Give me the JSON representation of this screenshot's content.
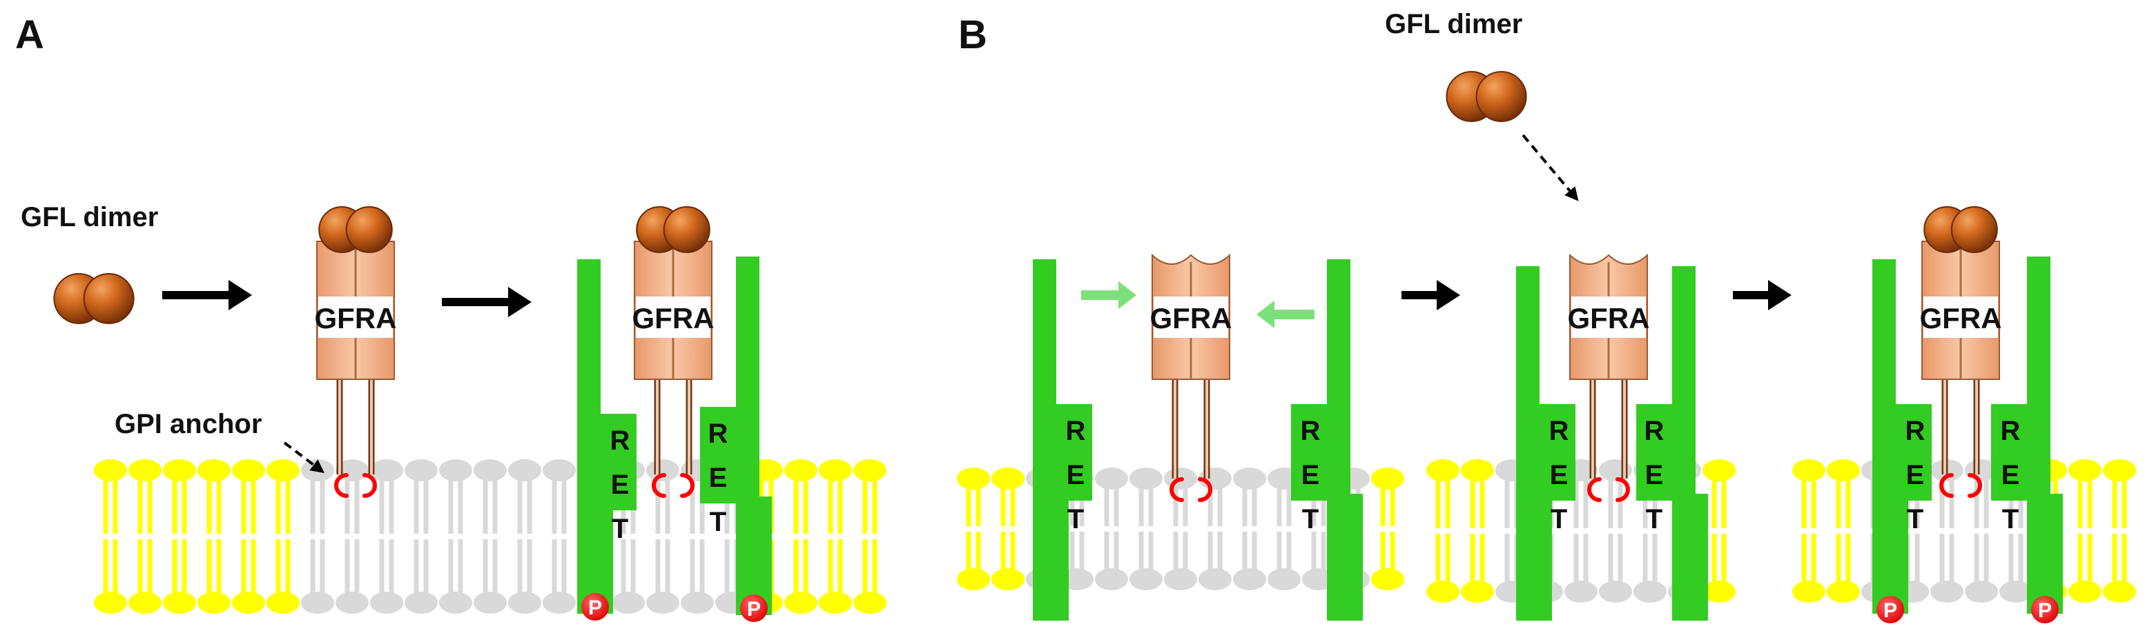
{
  "panels": {
    "a": {
      "label": "A"
    },
    "b": {
      "label": "B"
    }
  },
  "captions": {
    "gfl_dimer_a": "GFL dimer",
    "gfl_dimer_b": "GFL dimer",
    "gpi_anchor": "GPI anchor"
  },
  "gfra_label": "GFRA",
  "ret_letters": [
    "R",
    "E",
    "T"
  ],
  "phospho_label": "P",
  "colors": {
    "lipid_yellow": "#ffff00",
    "lipid_gray": "#d9d9d9",
    "ret_green": "#33cc22",
    "gfra_body": "#f4b183",
    "gfl_ball": "#c55a11",
    "gpi_anchor_red": "#ff0000",
    "light_green_arrow": "#7ee07a",
    "arrow_black": "#000000"
  },
  "icons": {
    "reaction_arrow": "thick-right-arrow-icon",
    "pointer_arrow": "dashed-pointer-arrow-icon"
  }
}
